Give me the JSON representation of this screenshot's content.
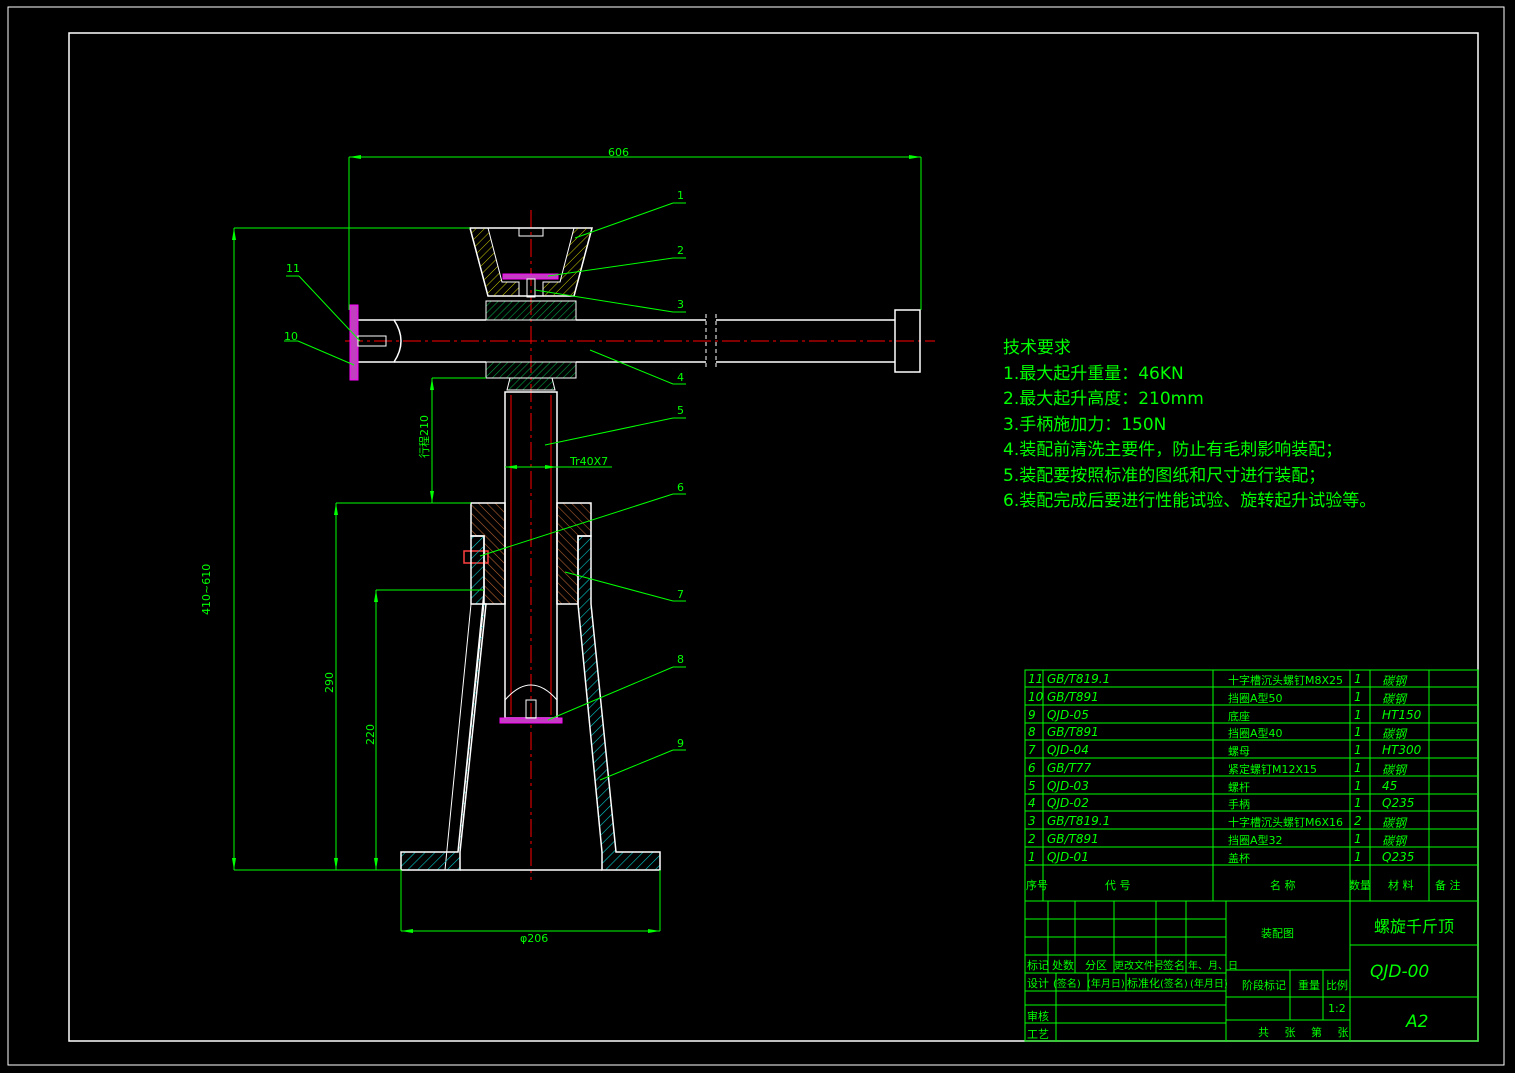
{
  "drawing": {
    "colors": {
      "background": "#000000",
      "border": "#ffffff",
      "dimension": "#00ff00",
      "centerline": "#ff0000",
      "hatch_yellow": "#c8c800",
      "hatch_cyan": "#00c8c8",
      "hatch_brown": "#a05030",
      "part_green": "#00a040",
      "washer_magenta": "#ff00ff"
    },
    "dimensions": {
      "handle_length": "606",
      "stroke": "行程210",
      "total_height": "410~610",
      "nut_height": "290",
      "base_height": "220",
      "base_diameter": "φ206",
      "thread": "Tr40X7"
    },
    "balloons": [
      "1",
      "2",
      "3",
      "4",
      "5",
      "6",
      "7",
      "8",
      "9",
      "10",
      "11"
    ]
  },
  "tech_requirements": {
    "title": "技术要求",
    "items": [
      "1.最大起升重量：46KN",
      "2.最大起升高度：210mm",
      "3.手柄施加力：150N",
      "4.装配前清洗主要件，防止有毛刺影响装配；",
      "5.装配要按照标准的图纸和尺寸进行装配；",
      "6.装配完成后要进行性能试验、旋转起升试验等。"
    ]
  },
  "parts_list": {
    "rows": [
      {
        "no": "11",
        "code": "GB/T819.1",
        "name": "十字槽沉头螺钉M8X25",
        "qty": "1",
        "material": "碳钢",
        "note": ""
      },
      {
        "no": "10",
        "code": "GB/T891",
        "name": "挡圈A型50",
        "qty": "1",
        "material": "碳钢",
        "note": ""
      },
      {
        "no": "9",
        "code": "QJD-05",
        "name": "底座",
        "qty": "1",
        "material": "HT150",
        "note": ""
      },
      {
        "no": "8",
        "code": "GB/T891",
        "name": "挡圈A型40",
        "qty": "1",
        "material": "碳钢",
        "note": ""
      },
      {
        "no": "7",
        "code": "QJD-04",
        "name": "螺母",
        "qty": "1",
        "material": "HT300",
        "note": ""
      },
      {
        "no": "6",
        "code": "GB/T77",
        "name": "紧定螺钉M12X15",
        "qty": "1",
        "material": "碳钢",
        "note": ""
      },
      {
        "no": "5",
        "code": "QJD-03",
        "name": "螺杆",
        "qty": "1",
        "material": "45",
        "note": ""
      },
      {
        "no": "4",
        "code": "QJD-02",
        "name": "手柄",
        "qty": "1",
        "material": "Q235",
        "note": ""
      },
      {
        "no": "3",
        "code": "GB/T819.1",
        "name": "十字槽沉头螺钉M6X16",
        "qty": "2",
        "material": "碳钢",
        "note": ""
      },
      {
        "no": "2",
        "code": "GB/T891",
        "name": "挡圈A型32",
        "qty": "1",
        "material": "碳钢",
        "note": ""
      },
      {
        "no": "1",
        "code": "QJD-01",
        "name": "盖杯",
        "qty": "1",
        "material": "Q235",
        "note": ""
      }
    ],
    "header": {
      "no": "序号",
      "code": "代 号",
      "name": "名 称",
      "qty": "数量",
      "material": "材 料",
      "note": "备 注"
    }
  },
  "title_block": {
    "drawing_kind": "装配图",
    "product_name": "螺旋千斤顶",
    "drawing_number": "QJD-00",
    "sheet_size": "A2",
    "scale": "1:2",
    "labels": {
      "mark": "标记",
      "count": "处数",
      "zone": "分区",
      "change_doc": "更改文件号",
      "sign": "签名",
      "date": "年、月、日",
      "design": "设计",
      "sign_paren": "(签名)",
      "date_paren": "(年月日)",
      "standardize": "标准化",
      "stage_mark": "阶段标记",
      "weight": "重量",
      "ratio": "比例",
      "review": "审核",
      "process": "工艺",
      "sheets": "共 张 第 张"
    }
  }
}
